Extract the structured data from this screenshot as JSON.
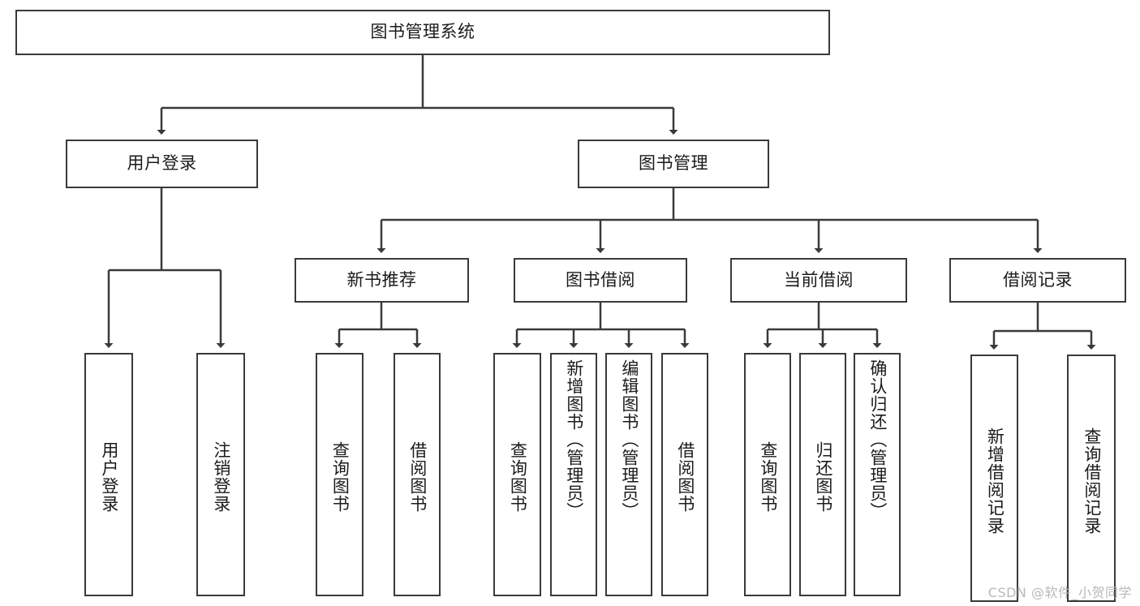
{
  "diagram": {
    "type": "tree-hierarchy-flowchart",
    "title": "图书管理系统",
    "root": {
      "label": "图书管理系统"
    },
    "level2": [
      {
        "label": "用户登录"
      },
      {
        "label": "图书管理"
      }
    ],
    "level3": [
      {
        "label": "新书推荐"
      },
      {
        "label": "图书借阅"
      },
      {
        "label": "当前借阅"
      },
      {
        "label": "借阅记录"
      }
    ],
    "leaves": {
      "user_login": [
        {
          "label": "用户登录"
        },
        {
          "label": "注销登录"
        }
      ],
      "new_book_recommend": [
        {
          "label": "查询图书"
        },
        {
          "label": "借阅图书"
        }
      ],
      "book_borrow": [
        {
          "label": "查询图书"
        },
        {
          "label": "新增图书（管理员）"
        },
        {
          "label": "编辑图书（管理员）"
        },
        {
          "label": "借阅图书"
        }
      ],
      "current_borrow": [
        {
          "label": "查询图书"
        },
        {
          "label": "归还图书"
        },
        {
          "label": "确认归还（管理员）"
        }
      ],
      "borrow_record": [
        {
          "label": "新增借阅记录"
        },
        {
          "label": "查询借阅记录"
        }
      ]
    },
    "watermark": "CSDN @软件_小贺同学",
    "colors": {
      "stroke": "#3a3a3a",
      "fill": "#ffffff",
      "text": "#1b1b1b",
      "watermark": "#b9b9b9"
    }
  }
}
